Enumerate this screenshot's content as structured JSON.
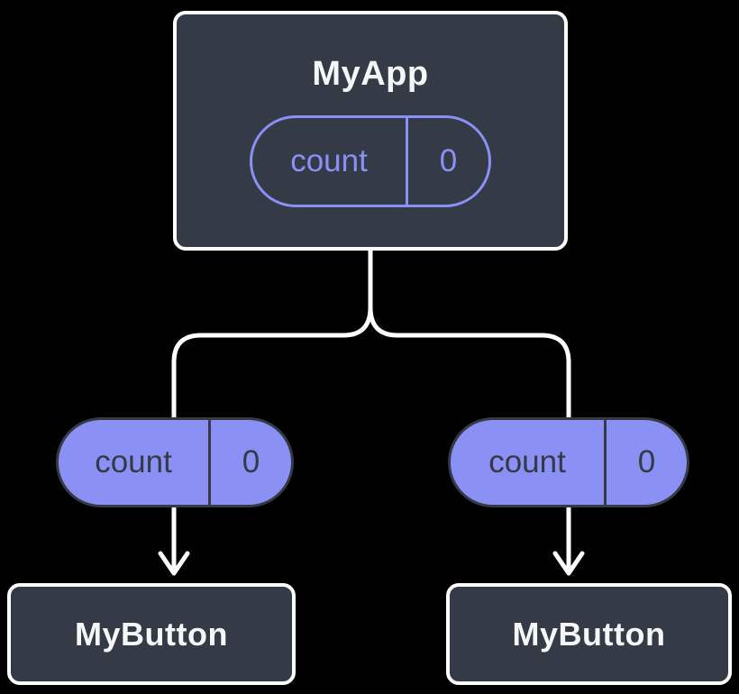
{
  "diagram": {
    "background_color": "#000000",
    "colors": {
      "node_fill": "#343A46",
      "node_border": "#FFFFFF",
      "node_text": "#F6F7F9",
      "pill_fill": "#8B90F4",
      "pill_outline": "#8A90F5",
      "pill_dark_text": "#343A46",
      "connector": "#FFFFFF"
    },
    "root": {
      "title": "MyApp",
      "state": {
        "name": "count",
        "value": "0"
      }
    },
    "children": [
      {
        "title": "MyButton",
        "prop": {
          "name": "count",
          "value": "0"
        }
      },
      {
        "title": "MyButton",
        "prop": {
          "name": "count",
          "value": "0"
        }
      }
    ]
  }
}
